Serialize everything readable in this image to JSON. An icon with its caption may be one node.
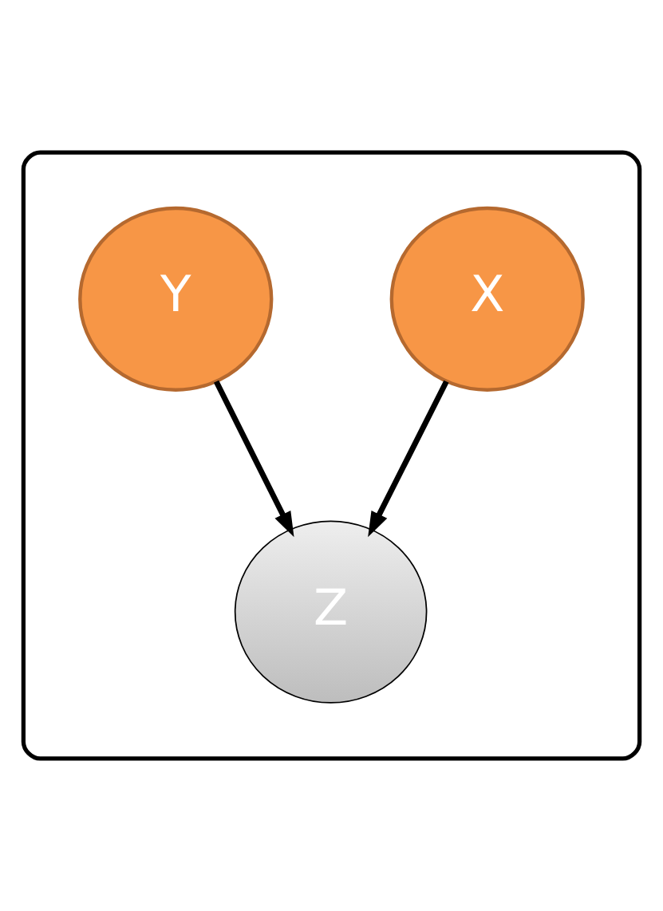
{
  "diagram": {
    "nodes": [
      {
        "text": [],
        "shape": "box"
      },
      {
        "text": [
          "X"
        ],
        "in": 0
      },
      {
        "text": [
          "Y"
        ],
        "in": 0
      },
      {
        "text": [
          "Z"
        ],
        "in": 0
      }
    ],
    "edges": [
      {
        "from": 1,
        "to": 3,
        "arrow": "to"
      },
      {
        "from": 2,
        "to": 3,
        "arrow": "to"
      }
    ]
  }
}
